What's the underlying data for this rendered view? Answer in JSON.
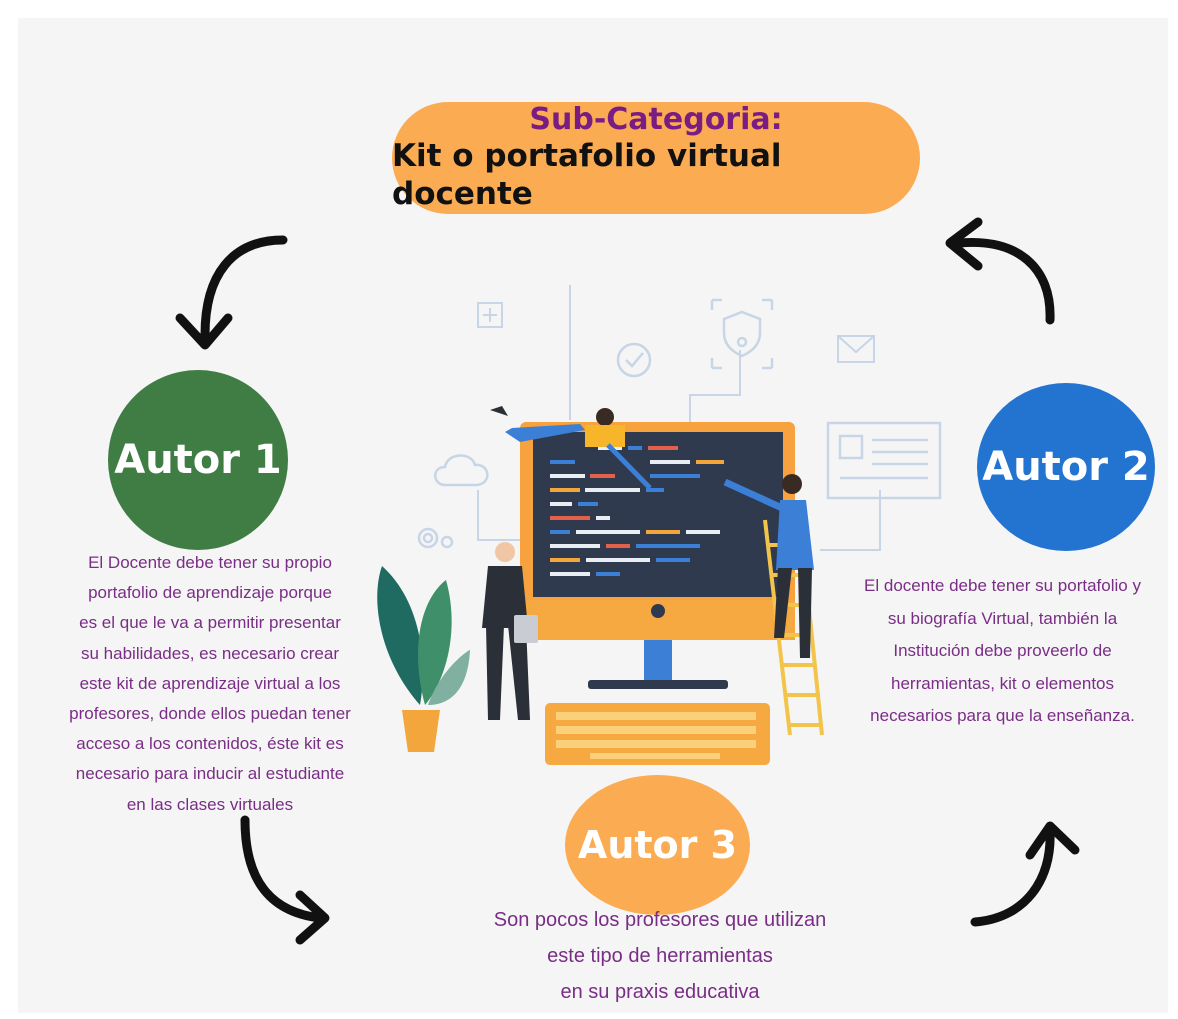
{
  "title": {
    "line1": "Sub-Categoria:",
    "line2": "Kit o portafolio virtual docente"
  },
  "autor1": {
    "label": "Autor 1",
    "lines": [
      "El Docente debe tener su propio",
      "portafolio de aprendizaje porque",
      "es el que le va  a permitir presentar",
      "su habilidades, es necesario crear",
      "este kit de aprendizaje virtual a los",
      "profesores, donde ellos puedan tener",
      "acceso a los contenidos, éste kit es",
      "necesario para inducir al estudiante",
      "en las clases virtuales"
    ]
  },
  "autor2": {
    "label": "Autor 2",
    "lines": [
      "El docente debe tener su portafolio y",
      "su biografía Virtual, también la",
      "Institución debe proveerlo de",
      "herramientas, kit o elementos",
      "necesarios para que la enseñanza."
    ]
  },
  "autor3": {
    "label": "Autor 3",
    "lines": [
      "Son pocos los profesores que utilizan",
      "este tipo de herramientas",
      "en su praxis educativa"
    ]
  },
  "colors": {
    "orange": "#fbab52",
    "green": "#3f7d44",
    "blue": "#2374d0",
    "purple_text": "#7a2d86",
    "title_purple": "#7a1d82"
  },
  "icons": [
    "curved-arrow-icon",
    "computer-monitor-icon",
    "keyboard-icon",
    "plant-icon",
    "cloud-icon",
    "shield-icon",
    "checkmark-icon",
    "mail-icon",
    "gear-icon",
    "document-icon",
    "ladder-icon"
  ]
}
